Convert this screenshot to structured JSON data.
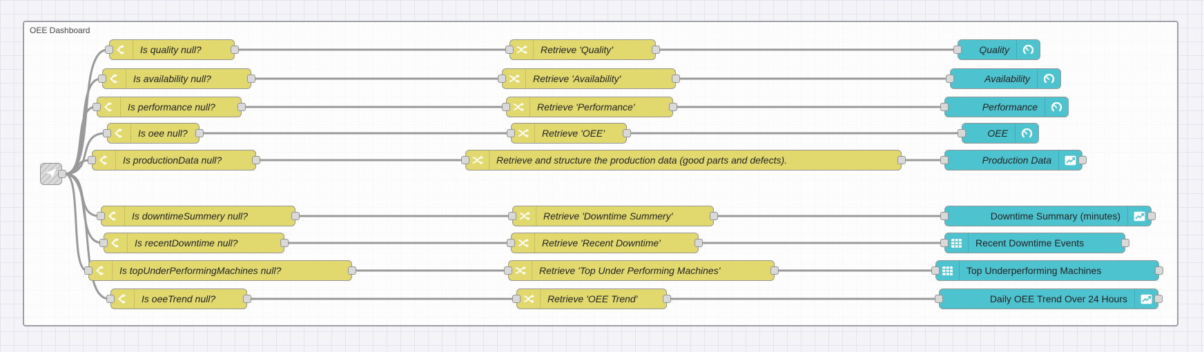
{
  "editor": {
    "group_label": "OEE Dashboard"
  },
  "colors": {
    "function_node": "#e2d96e",
    "dashboard_node": "#4dc3cf",
    "wire": "#999999",
    "port_fill": "#d9d9d9",
    "canvas_bg": "#f3f3f8",
    "grid_line": "#e4e4ef",
    "group_border": "#9d9da6"
  },
  "link_node": {
    "icon": "link-in-icon"
  },
  "rows": [
    {
      "condition": "Is quality null?",
      "condition_icon": "switch-icon",
      "retrieve": "Retrieve 'Quality'",
      "retrieve_icon": "change-icon",
      "output": "Quality",
      "output_icon": "gauge-icon"
    },
    {
      "condition": "Is availability null?",
      "condition_icon": "switch-icon",
      "retrieve": "Retrieve 'Availability'",
      "retrieve_icon": "change-icon",
      "output": "Availability",
      "output_icon": "gauge-icon"
    },
    {
      "condition": "Is performance null?",
      "condition_icon": "switch-icon",
      "retrieve": "Retrieve 'Performance'",
      "retrieve_icon": "change-icon",
      "output": "Performance",
      "output_icon": "gauge-icon"
    },
    {
      "condition": "Is oee null?",
      "condition_icon": "switch-icon",
      "retrieve": "Retrieve 'OEE'",
      "retrieve_icon": "change-icon",
      "output": "OEE",
      "output_icon": "gauge-icon"
    },
    {
      "condition": "Is productionData null?",
      "condition_icon": "switch-icon",
      "retrieve": "Retrieve and structure the production data (good parts and defects).",
      "retrieve_icon": "change-icon",
      "output": "Production Data",
      "output_icon": "chart-line-icon"
    },
    {
      "condition": "Is downtimeSummery null?",
      "condition_icon": "switch-icon",
      "retrieve": "Retrieve 'Downtime Summery'",
      "retrieve_icon": "change-icon",
      "output": "Downtime Summary (minutes)",
      "output_icon": "chart-line-icon"
    },
    {
      "condition": "Is recentDowntime null?",
      "condition_icon": "switch-icon",
      "retrieve": "Retrieve 'Recent Downtime'",
      "retrieve_icon": "change-icon",
      "output": "Recent Downtime Events",
      "output_icon": "table-icon"
    },
    {
      "condition": "Is topUnderPerformingMachines null?",
      "condition_icon": "switch-icon",
      "retrieve": "Retrieve 'Top Under Performing Machines'",
      "retrieve_icon": "change-icon",
      "output": "Top Underperforming Machines",
      "output_icon": "table-icon"
    },
    {
      "condition": "Is oeeTrend null?",
      "condition_icon": "switch-icon",
      "retrieve": "Retrieve 'OEE Trend'",
      "retrieve_icon": "change-icon",
      "output": "Daily OEE Trend Over 24 Hours",
      "output_icon": "chart-line-icon"
    }
  ]
}
